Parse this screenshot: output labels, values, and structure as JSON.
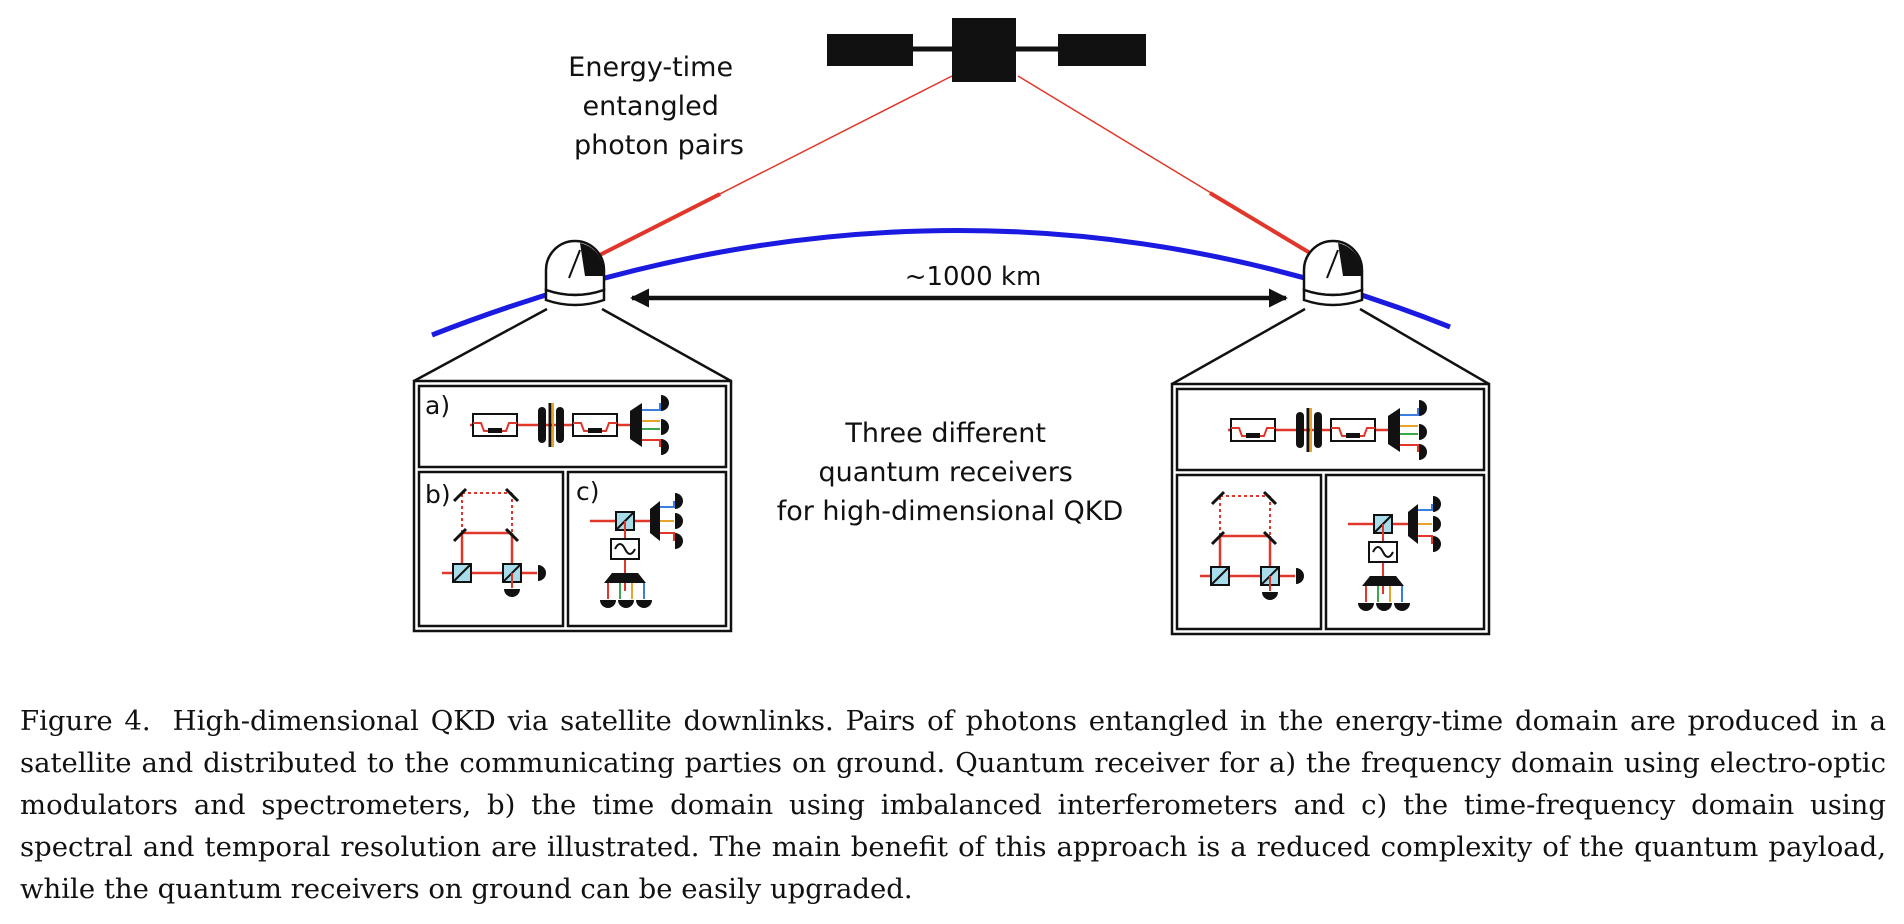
{
  "figure": {
    "source_label_lines": [
      "Energy-time",
      "entangled",
      "photon pairs"
    ],
    "distance_label": "~1000 km",
    "receivers_label_lines": [
      "Three different",
      "quantum receivers",
      "for high-dimensional QKD"
    ],
    "panel_labels": {
      "a": "a)",
      "b": "b)",
      "c": "c)"
    }
  },
  "caption": {
    "figure_number": "Figure 4.",
    "text": "High-dimensional QKD via satellite downlinks. Pairs of photons entangled in the energy-time domain are produced in a satellite and distributed to the communicating parties on ground. Quantum receiver for a) the frequency domain using electro-optic modulators and spectrometers, b) the time domain using imbalanced interferometers and c) the time-frequency domain using spectral and temporal resolution are illustrated. The main benefit of this approach is a reduced complexity of the quantum payload, while the quantum receivers on ground can be easily upgraded."
  },
  "colors": {
    "downlink": "#e0372a",
    "horizon": "#1a1ae0",
    "beamsplitter": "#a8dcea"
  }
}
